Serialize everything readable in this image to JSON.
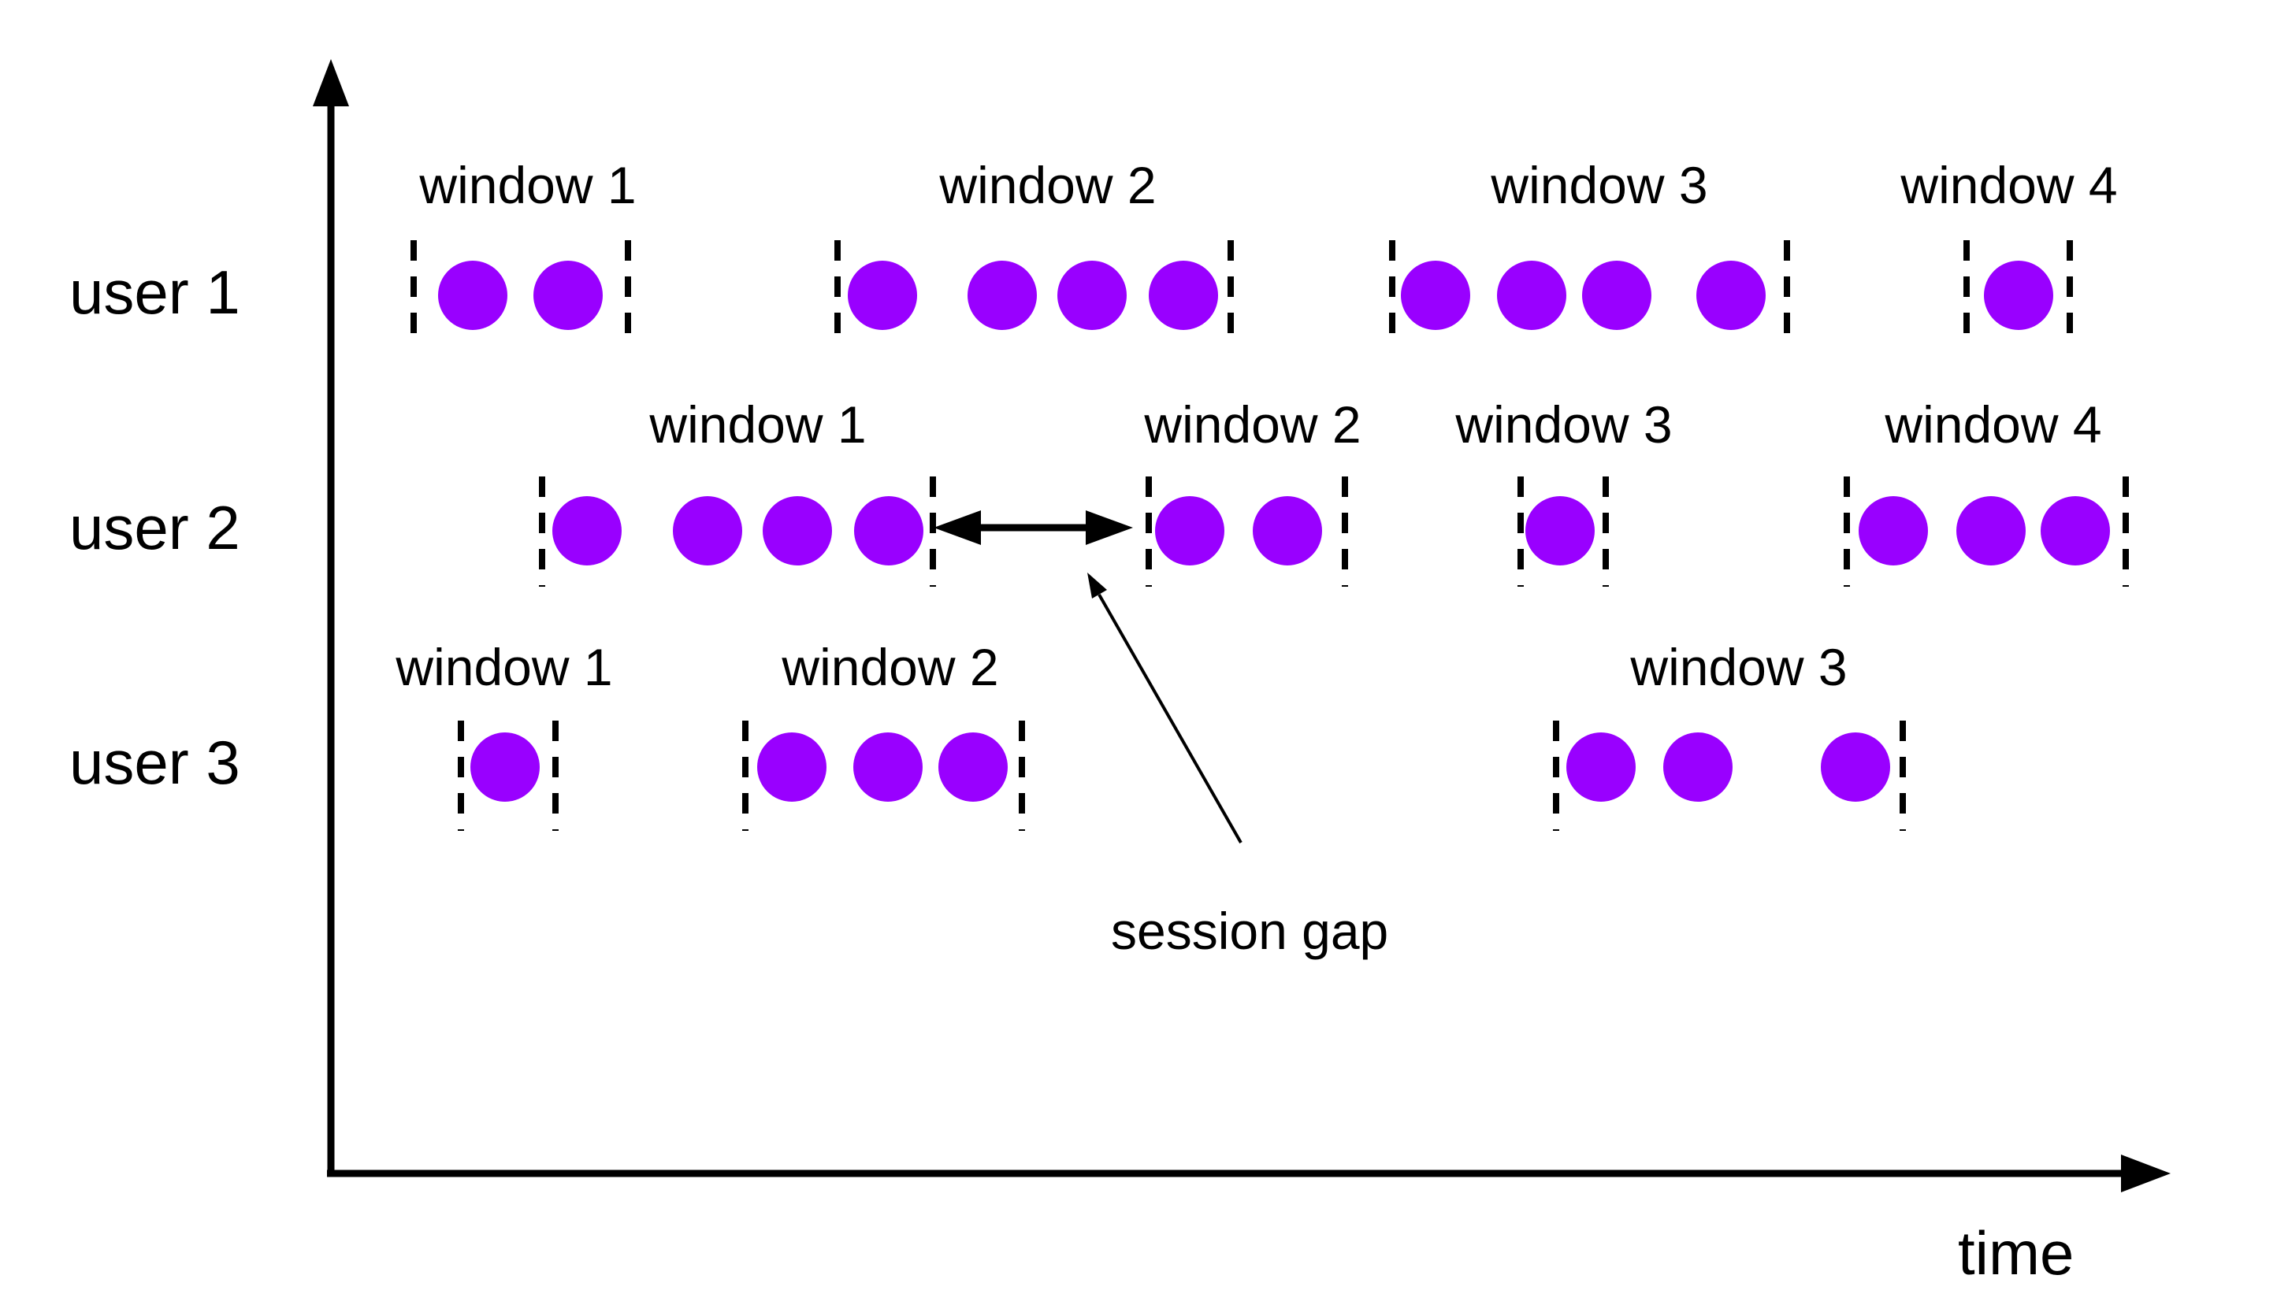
{
  "colors": {
    "event_dot": "#9900ff",
    "lines": "#000000",
    "background": "#ffffff"
  },
  "axis": {
    "x_label": "time"
  },
  "annotation": {
    "label": "session gap"
  },
  "users": [
    {
      "label": "user 1",
      "windows": [
        {
          "label": "window 1",
          "events": 2
        },
        {
          "label": "window 2",
          "events": 4
        },
        {
          "label": "window 3",
          "events": 4
        },
        {
          "label": "window 4",
          "events": 1
        }
      ]
    },
    {
      "label": "user 2",
      "windows": [
        {
          "label": "window 1",
          "events": 4
        },
        {
          "label": "window 2",
          "events": 2
        },
        {
          "label": "window 3",
          "events": 1
        },
        {
          "label": "window 4",
          "events": 3
        }
      ]
    },
    {
      "label": "user 3",
      "windows": [
        {
          "label": "window 1",
          "events": 1
        },
        {
          "label": "window 2",
          "events": 3
        },
        {
          "label": "window 3",
          "events": 3
        }
      ]
    }
  ]
}
